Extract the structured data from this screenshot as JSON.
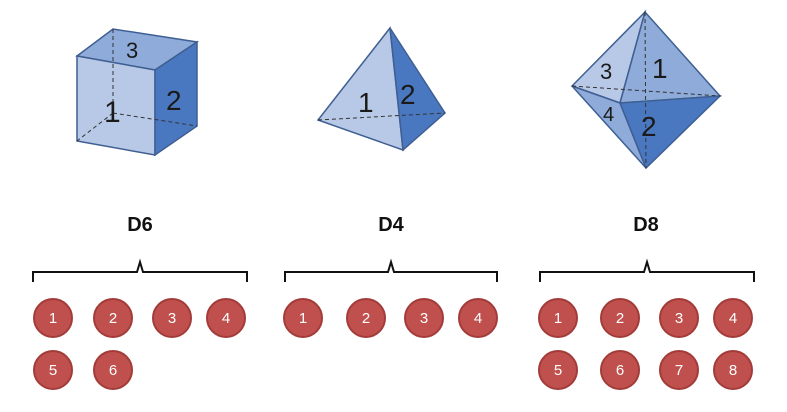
{
  "dice": [
    {
      "label": "D6",
      "visible_face_numbers": [
        "3",
        "1",
        "2"
      ],
      "outcomes": [
        "1",
        "2",
        "3",
        "4",
        "5",
        "6"
      ]
    },
    {
      "label": "D4",
      "visible_face_numbers": [
        "1",
        "2"
      ],
      "outcomes": [
        "1",
        "2",
        "3",
        "4"
      ]
    },
    {
      "label": "D8",
      "visible_face_numbers": [
        "3",
        "1",
        "4",
        "2"
      ],
      "outcomes": [
        "1",
        "2",
        "3",
        "4",
        "5",
        "6",
        "7",
        "8"
      ]
    }
  ],
  "colors": {
    "face_light": "#b7c9e6",
    "face_mid": "#8eabd9",
    "face_dark": "#4a78c0",
    "outline": "#3f5f93",
    "circle_fill": "#c0504d",
    "circle_border": "#a33c39"
  }
}
